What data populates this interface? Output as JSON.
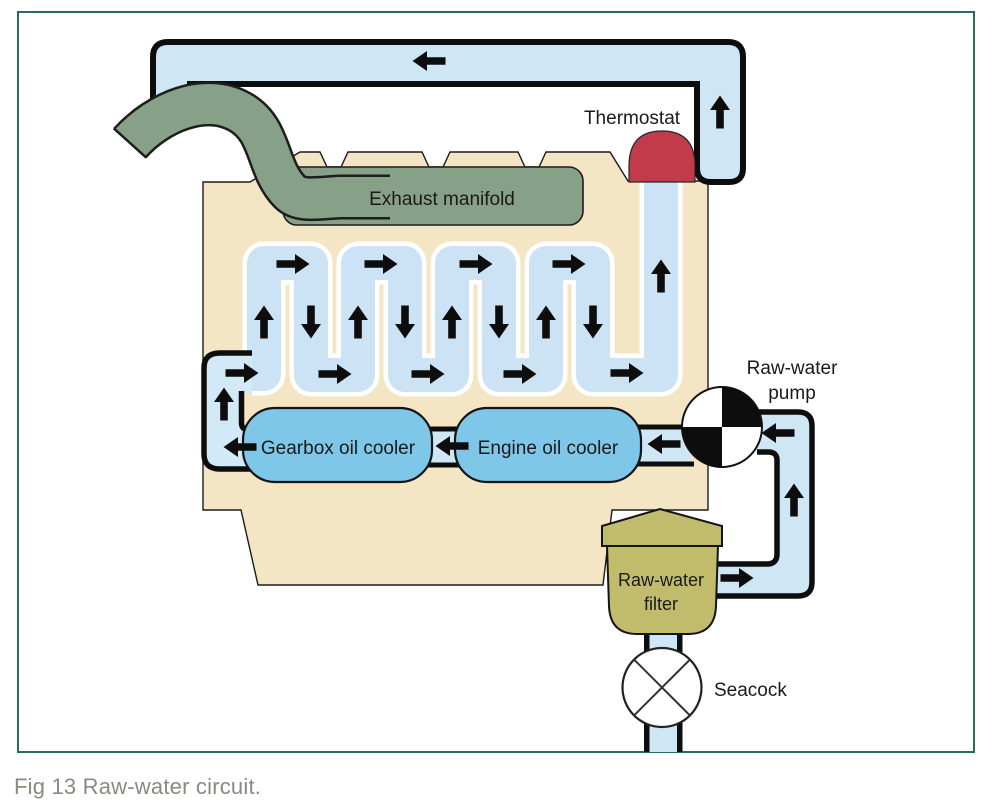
{
  "figure": {
    "caption": "Fig 13 Raw-water circuit."
  },
  "labels": {
    "thermostat": "Thermostat",
    "exhaust_manifold": "Exhaust manifold",
    "gearbox_cooler": "Gearbox oil cooler",
    "engine_cooler": "Engine oil cooler",
    "pump_line1": "Raw-water",
    "pump_line2": "pump",
    "filter_line1": "Raw-water",
    "filter_line2": "filter",
    "seacock": "Seacock"
  },
  "colors": {
    "background": "#ffffff",
    "figure_border": "#2d6a66",
    "engine_block_tan": "#f4e5c4",
    "pipe_water_blue": "#cfe6f5",
    "serpentine_blue": "#cbe3f4",
    "serpentine_outline": "#ffffff",
    "pipe_outline_black": "#0d0d0d",
    "exhaust_green": "#87a088",
    "oil_cooler_blue": "#7ec7e8",
    "thermostat_red": "#c13b4b",
    "filter_olive": "#c1bc6b",
    "caption_gray": "#8a8b80",
    "label_text": "#1a1a1a"
  }
}
